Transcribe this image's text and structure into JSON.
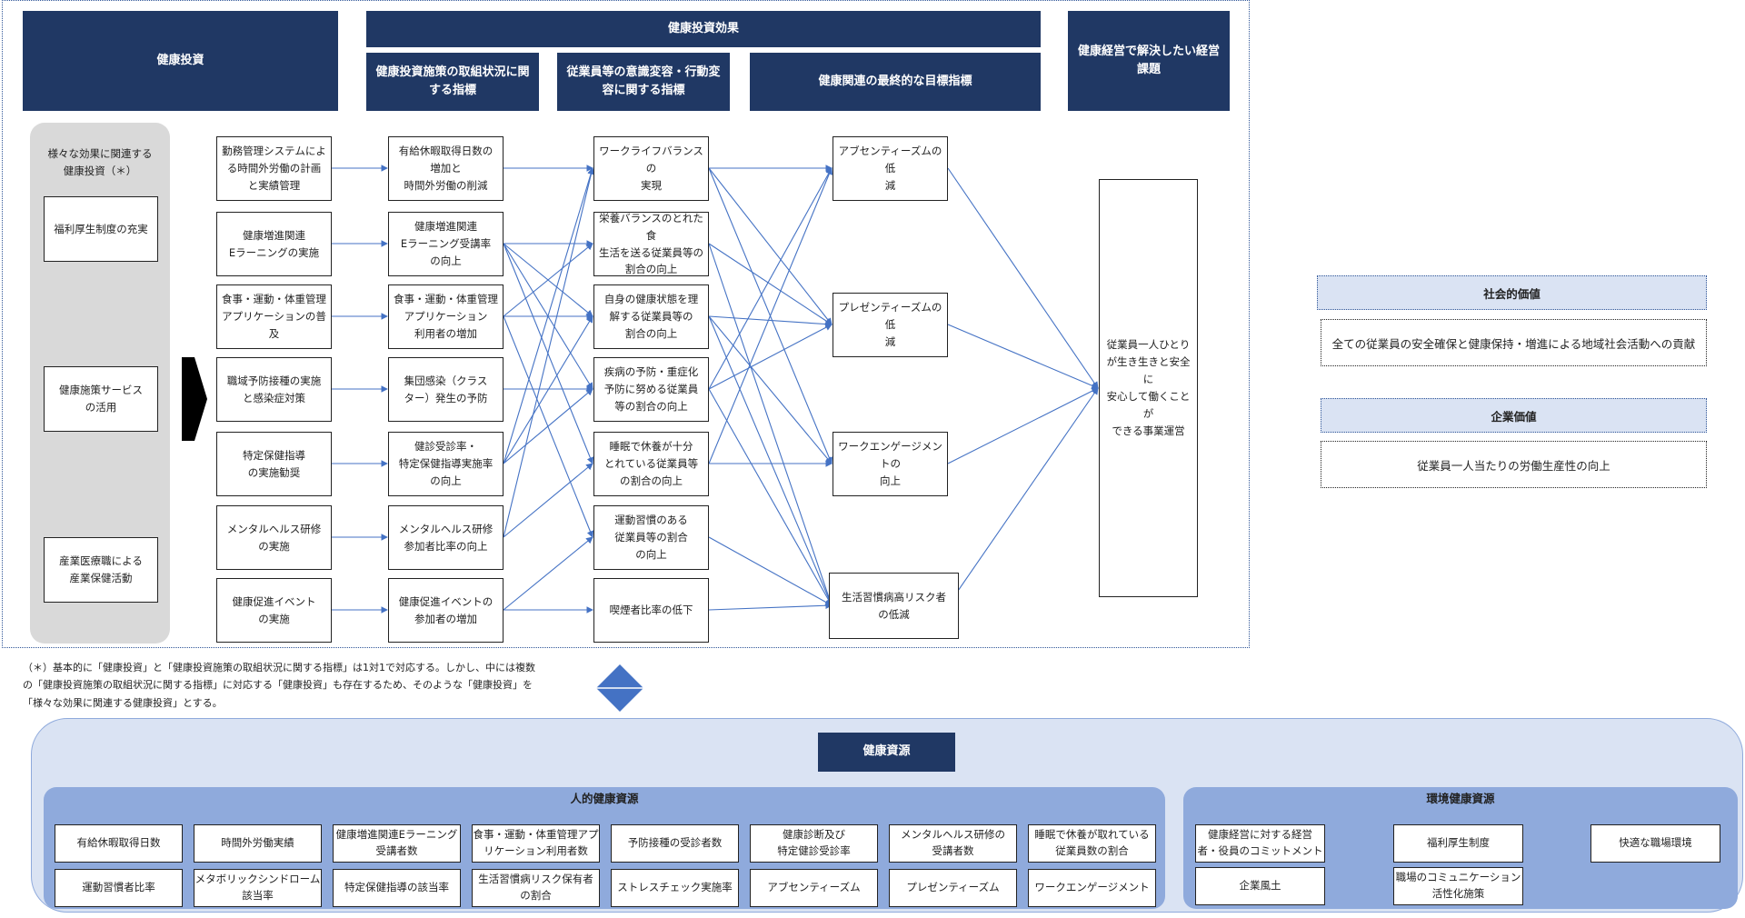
{
  "headers": {
    "investment": "健康投資",
    "effect": "健康投資効果",
    "effect_sub1": "健康投資施策の取組状況に関\nする指標",
    "effect_sub2": "従業員等の意識変容・行動変\n容に関する指標",
    "effect_sub3": "健康関連の最終的な目標指標",
    "issues": "健康経営で解決したい経営\n課題"
  },
  "investment_column": {
    "title": "様々な効果に関連する\n健康投資（＊）",
    "items": [
      "福利厚生制度の充実",
      "健康施策サービス\nの活用",
      "産業医療職による\n産業保健活動"
    ]
  },
  "investments": [
    "勤務管理システムによ\nる時間外労働の計画\nと実績管理",
    "健康増進関連\nEラーニングの実施",
    "食事・運動・体重管理\nアプリケーションの普及",
    "職域予防接種の実施\nと感染症対策",
    "特定保健指導\nの実施勧奨",
    "メンタルヘルス研修\nの実施",
    "健康促進イベント\nの実施"
  ],
  "measures": [
    "有給休暇取得日数の\n増加と\n時間外労働の削減",
    "健康増進関連\nEラーニング受講率\nの向上",
    "食事・運動・体重管理\nアプリケーション\n利用者の増加",
    "集団感染（クラス\nター）発生の予防",
    "健診受診率・\n特定保健指導実施率\nの向上",
    "メンタルヘルス研修\n参加者比率の向上",
    "健康促進イベントの\n参加者の増加"
  ],
  "behaviors": [
    "ワークライフバランスの\n実現",
    "栄養バランスのとれた食\n生活を送る従業員等の\n割合の向上",
    "自身の健康状態を理\n解する従業員等の\n割合の向上",
    "疾病の予防・重症化\n予防に努める従業員\n等の割合の向上",
    "睡眠で休養が十分\nとれている従業員等\nの割合の向上",
    "運動習慣のある\n従業員等の割合\nの向上",
    "喫煙者比率の低下"
  ],
  "goals": [
    "アブセンティーズムの低\n減",
    "プレゼンティーズムの低\n減",
    "ワークエンゲージメントの\n向上",
    "生活習慣病高リスク者\nの低減"
  ],
  "final_issue": "従業員一人ひとり\nが生き生きと安全に\n安心して働くことが\nできる事業運営",
  "note": "（＊）基本的に「健康投資」と「健康投資施策の取組状況に関する指標」は1対1で対応する。しかし、中には複数\nの「健康投資施策の取組状況に関する指標」に対応する「健康投資」も存在するため、そのような「健康投資」を\n「様々な効果に関連する健康投資」とする。",
  "values": {
    "social_title": "社会的価値",
    "social_text": "全ての従業員の安全確保と健康保持・増進による地域社会活動への貢献",
    "corporate_title": "企業価値",
    "corporate_text": "従業員一人当たりの労働生産性の向上"
  },
  "resources": {
    "title": "健康資源",
    "human_title": "人的健康資源",
    "human_row1": [
      "有給休暇取得日数",
      "時間外労働実績",
      "健康増進関連Eラーニング\n受講者数",
      "食事・運動・体重管理アプ\nリケーション利用者数",
      "予防接種の受診者数",
      "健康診断及び\n特定健診受診率",
      "メンタルヘルス研修の\n受講者数",
      "睡眠で休養が取れている\n従業員数の割合"
    ],
    "human_row2": [
      "運動習慣者比率",
      "メタボリックシンドローム\n該当率",
      "特定保健指導の該当率",
      "生活習慣病リスク保有者\nの割合",
      "ストレスチェック実施率",
      "アブセンティーズム",
      "プレゼンティーズム",
      "ワークエンゲージメント"
    ],
    "env_title": "環境健康資源",
    "env_items": [
      "健康経営に対する経営\n者・役員のコミットメント",
      "福利厚生制度",
      "快適な職場環境",
      "企業風土",
      "職場のコミュニケーション\n活性化施策"
    ]
  },
  "colors": {
    "navy": "#203864",
    "line": "#4472c4",
    "gray": "#d9d9d9",
    "light_blue": "#dae3f3",
    "mid_blue": "#8faadc"
  }
}
